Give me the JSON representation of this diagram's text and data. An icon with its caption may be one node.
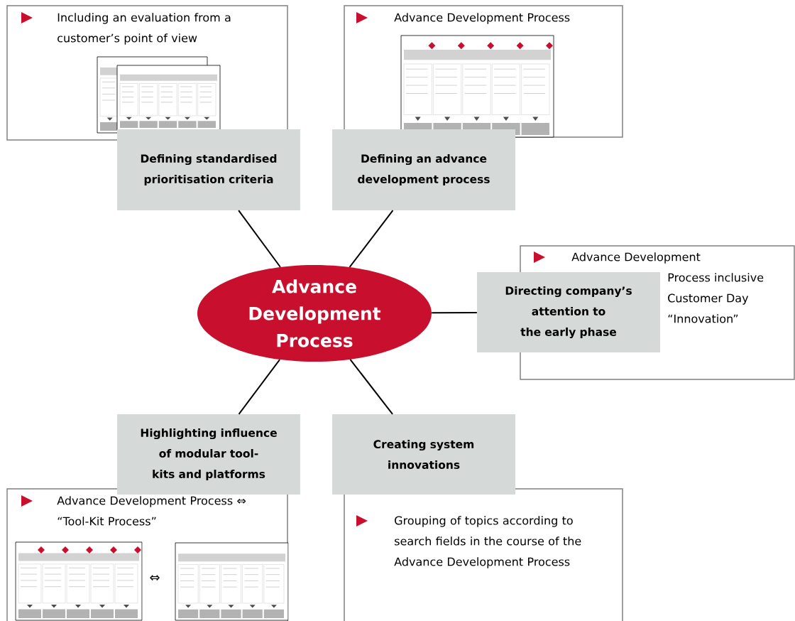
{
  "diagram": {
    "nodes": [
      {
        "text": [
          "Advance Development Process"
        ]
      },
      {
        "text": [
          "Defining standardised prioritisation criteria"
        ]
      },
      {
        "text": [
          "Defining an advance development process"
        ]
      },
      {
        "text": [
          "Directing company’s attention to the early phase"
        ]
      },
      {
        "text": [
          "Highlighting influence of modular tool-kits and platforms"
        ]
      },
      {
        "text": [
          "Creating system innovations"
        ]
      },
      {
        "text": [
          "Including an evaluation from a customer’s point of view"
        ]
      },
      {
        "text": [
          "Advance Development Process"
        ]
      },
      {
        "text": [
          "Advance Development Process inclusive Customer Day “Innovation”"
        ]
      },
      {
        "text": [
          "Advance Development Process ⇔ “Tool-Kit Process”"
        ]
      },
      {
        "text": [
          "Grouping of topics according to search fields in the course of the Advance Development Process"
        ]
      }
    ],
    "edges": [
      {
        "from": 0,
        "to": 1,
        "arrow": "none"
      },
      {
        "from": 0,
        "to": 2,
        "arrow": "none"
      },
      {
        "from": 0,
        "to": 3,
        "arrow": "none"
      },
      {
        "from": 0,
        "to": 4,
        "arrow": "none"
      },
      {
        "from": 0,
        "to": 5,
        "arrow": "none"
      }
    ],
    "labels": [
      "⇔"
    ]
  }
}
